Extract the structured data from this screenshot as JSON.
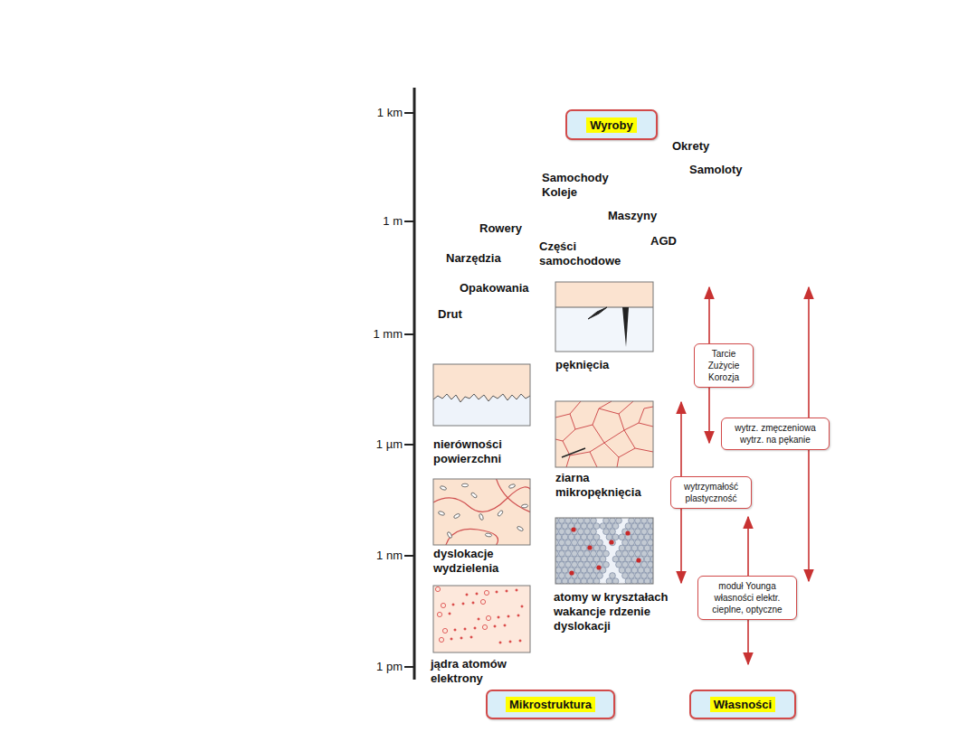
{
  "diagram": {
    "nodes": [
      {
        "text": [
          "Wyroby"
        ]
      },
      {
        "text": [
          "pęknięcia"
        ]
      },
      {
        "text": [
          "Tarcie Zużycie Korozja"
        ]
      },
      {
        "text": [
          "nierówności powierzchni"
        ]
      },
      {
        "text": [
          "ziarna mikropęknięcia"
        ]
      },
      {
        "text": [
          "wytrz. zmęczeniowa wytrz. na pękanie"
        ]
      },
      {
        "text": [
          "dyslokacje wydzielenia"
        ]
      },
      {
        "text": [
          "wytrzymałość plastyczność"
        ]
      },
      {
        "text": [
          "atomy w kryształach wakancje rdzenie dyslokacji"
        ]
      },
      {
        "text": [
          "moduł Younga własności elektr. cieplne, optyczne"
        ]
      },
      {
        "text": [
          "jądra atomów elektrony"
        ]
      },
      {
        "text": [
          "Mikrostruktura"
        ]
      },
      {
        "text": [
          "Własności"
        ]
      }
    ],
    "labels": [
      "1 km",
      "1 m",
      "1 mm",
      "1 µm",
      "1 nm",
      "1 pm",
      "Okrety",
      "Samoloty",
      "Samochody Koleje",
      "Maszyny",
      "Rowery",
      "Części samochodowe",
      "AGD",
      "Narzędzia",
      "Opakowania",
      "Drut"
    ]
  }
}
